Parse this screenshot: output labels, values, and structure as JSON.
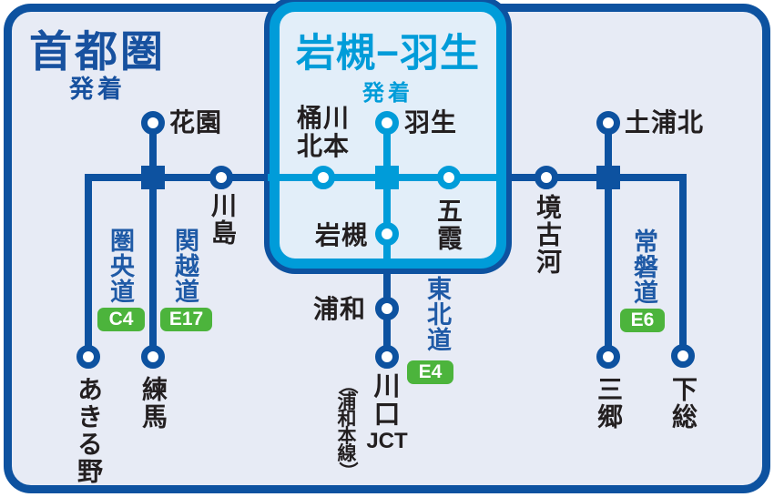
{
  "colors": {
    "dark_blue": "#0d52a0",
    "light_blue": "#009cd9",
    "green": "#4cb43c",
    "text_dark": "#231f20",
    "frame_bg": "#e7ebf5",
    "box_bg": "#e2eef9",
    "title_blue": "#17519f",
    "road_blue": "#1f5aa6"
  },
  "region": {
    "title": "首都圏",
    "subtitle": "発着"
  },
  "highlight": {
    "title": "岩槻−羽生",
    "subtitle": "発着"
  },
  "stations": {
    "hanazono": "花園",
    "kawajima": "川島",
    "okegawa_kitamoto": "桶川\n北本",
    "hanyu": "羽生",
    "iwatsuki": "岩槻",
    "goka": "五霞",
    "sakai_koga": "境古河",
    "tsuchiura_kita": "土浦北",
    "urawa": "浦和",
    "akiruno": "あきる野",
    "nerima": "練馬",
    "kawaguchi": "川口",
    "kawaguchi_suffix": "JCT",
    "kawaguchi_note": "（浦和本線）",
    "misato": "三郷",
    "shimofusa": "下総"
  },
  "roads": {
    "kenodo": {
      "name": "圏央道",
      "badge": "C4"
    },
    "kanetsudo": {
      "name": "関越道",
      "badge": "E17"
    },
    "tohokudo": {
      "name": "東北道",
      "badge": "E4"
    },
    "jobando": {
      "name": "常磐道",
      "badge": "E6"
    }
  }
}
